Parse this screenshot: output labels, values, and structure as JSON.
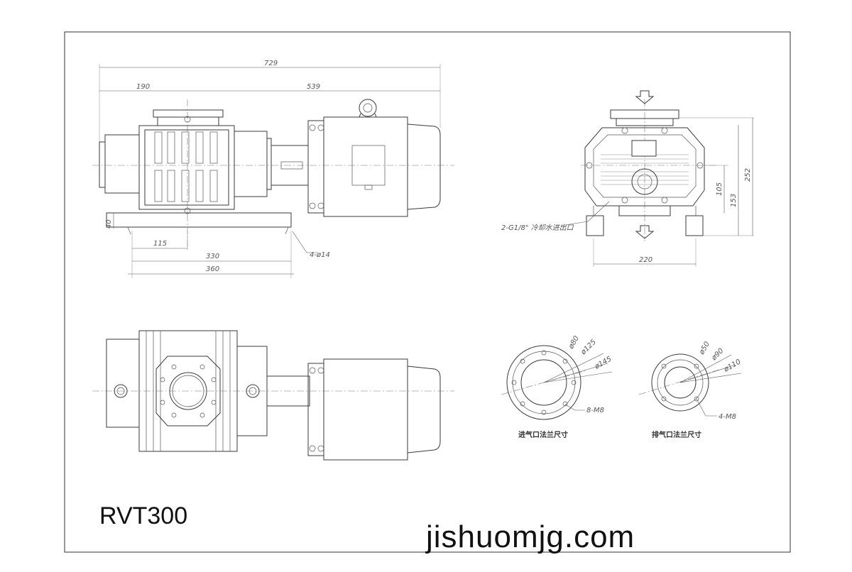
{
  "title": {
    "model": "RVT300",
    "website": "jishuomjg.com"
  },
  "dimensions": {
    "overall_length": "729",
    "pump_length": "190",
    "motor_length": "539",
    "base_height": "40",
    "foot_spacing_a": "115",
    "foot_spacing_b": "330",
    "base_length": "360",
    "foot_holes": "4-ø14",
    "width": "220",
    "height_total": "252",
    "height_153": "153",
    "height_105": "105",
    "cooling_port": "2-G1/8\" 冷却水进出口"
  },
  "inlet_flange": {
    "title": "进气口法兰尺寸",
    "d_inner": "ø80",
    "d_bolt": "ø125",
    "d_outer": "ø145",
    "bolts": "8-M8"
  },
  "outlet_flange": {
    "title": "排气口法兰尺寸",
    "d_inner": "ø50",
    "d_bolt": "ø90",
    "d_outer": "ø110",
    "bolts": "4-M8"
  }
}
